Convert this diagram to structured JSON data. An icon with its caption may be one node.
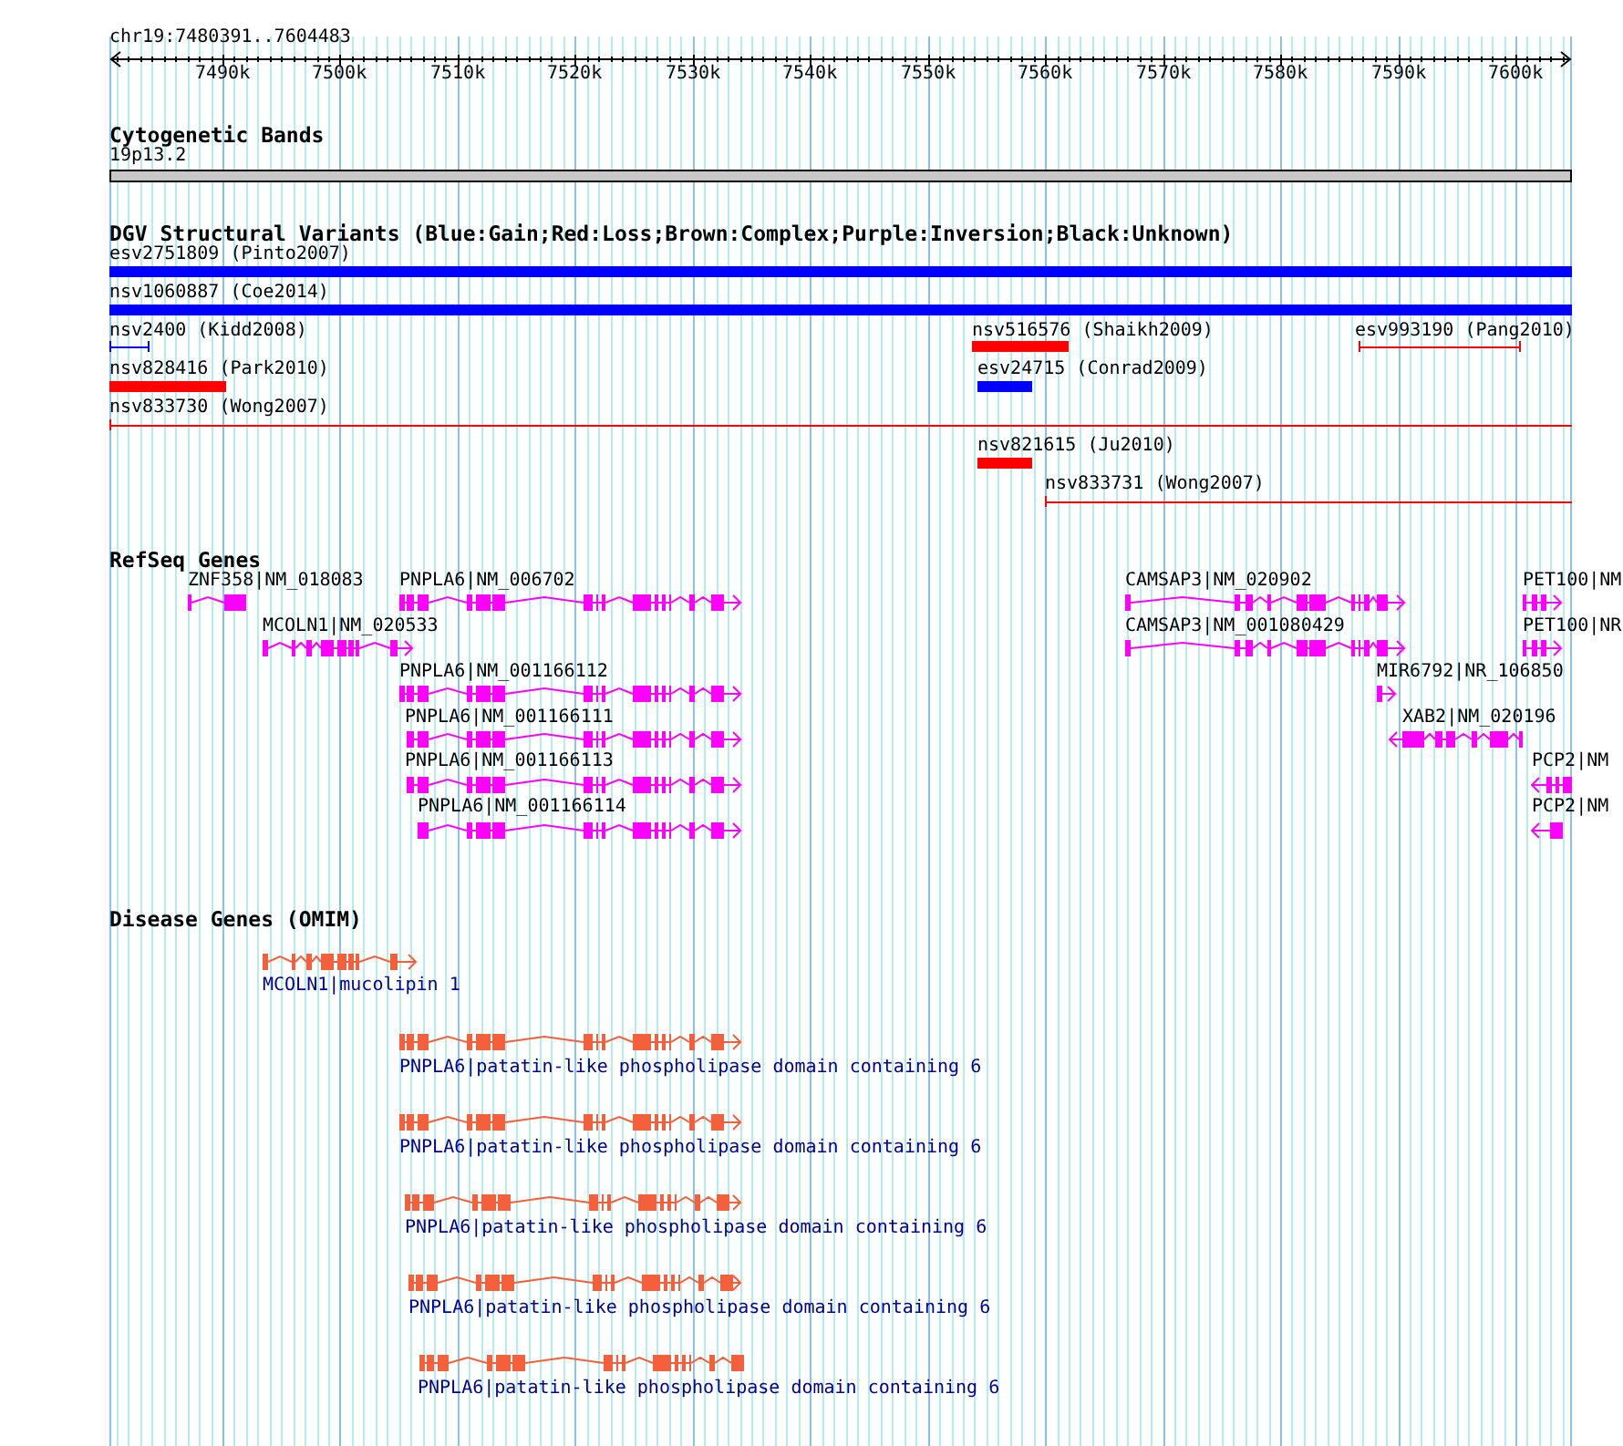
{
  "diagram": {
    "labels": [
      "chr19:7480391..7604483",
      "7490k",
      "7500k",
      "7510k",
      "7520k",
      "7530k",
      "7540k",
      "7550k",
      "7560k",
      "7570k",
      "7580k",
      "7590k",
      "7600k",
      "Cytogenetic Bands",
      "19p13.2",
      "DGV Structural Variants (Blue:Gain;Red:Loss;Brown:Complex;Purple:Inversion;Black:Unknown)",
      "esv2751809 (Pinto2007)",
      "nsv1060887 (Coe2014)",
      "nsv2400 (Kidd2008)",
      "nsv516576 (Shaikh2009)",
      "esv993190 (Pang2010)",
      "nsv828416 (Park2010)",
      "esv24715 (Conrad2009)",
      "nsv833730 (Wong2007)",
      "nsv821615 (Ju2010)",
      "nsv833731 (Wong2007)",
      "RefSeq Genes",
      "ZNF358|NM_018083",
      "PNPLA6|NM_006702",
      "CAMSAP3|NM_020902",
      "PET100|NM",
      "MCOLN1|NM_020533",
      "CAMSAP3|NM_001080429",
      "PET100|NR",
      "PNPLA6|NM_001166112",
      "MIR6792|NR_106850",
      "PNPLA6|NM_001166111",
      "XAB2|NM_020196",
      "PNPLA6|NM_001166113",
      "PCP2|NM",
      "PNPLA6|NM_001166114",
      "PCP2|NM",
      "Disease Genes (OMIM)",
      "MCOLN1|mucolipin 1",
      "PNPLA6|patatin-like phospholipase domain containing 6",
      "PNPLA6|patatin-like phospholipase domain containing 6",
      "PNPLA6|patatin-like phospholipase domain containing 6",
      "PNPLA6|patatin-like phospholipase domain containing 6",
      "PNPLA6|patatin-like phospholipase domain containing 6"
    ]
  }
}
